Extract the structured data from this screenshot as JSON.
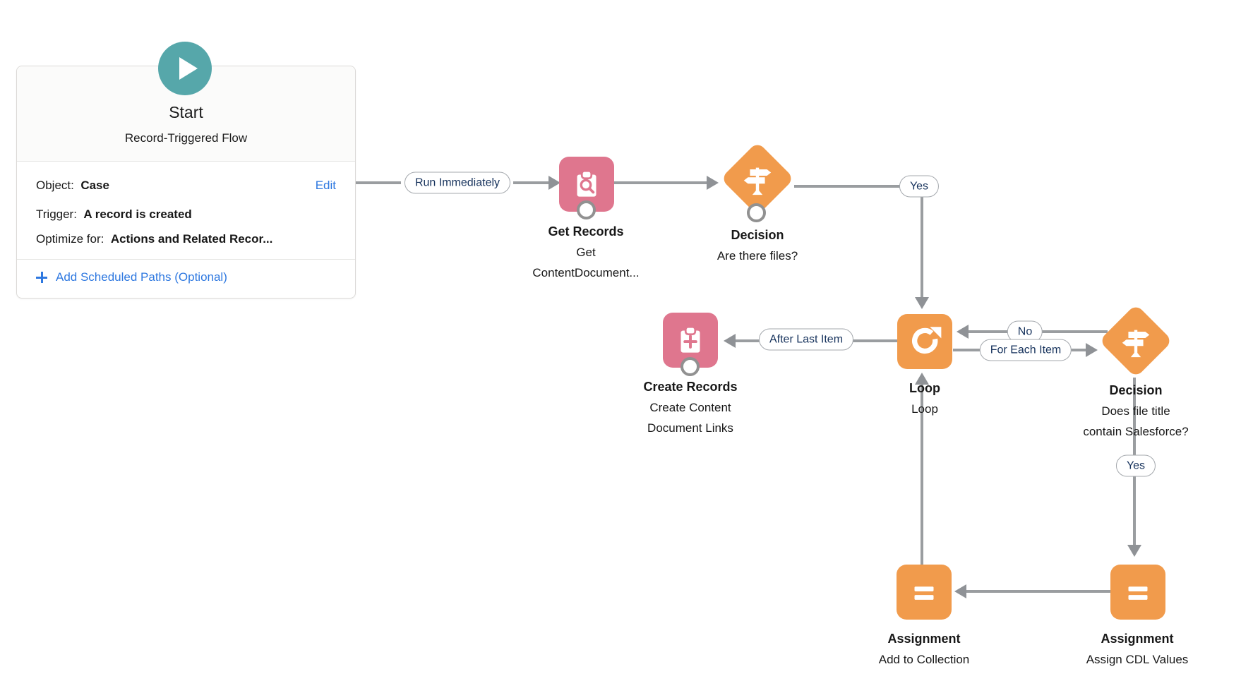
{
  "colors": {
    "node_pink": "#DF768E",
    "node_orange": "#F19B4C",
    "start_teal": "#56A7AA",
    "connector_gray": "#9A9DA0",
    "pill_text_navy": "#16325C",
    "link_blue": "#2E78E0"
  },
  "start": {
    "title": "Start",
    "subtitle": "Record-Triggered Flow",
    "object_label": "Object:",
    "object_value": "Case",
    "edit_label": "Edit",
    "trigger_label": "Trigger:",
    "trigger_value": "A record is created",
    "optimize_label": "Optimize for:",
    "optimize_value": "Actions and Related Recor...",
    "add_paths_label": "Add Scheduled Paths (Optional)"
  },
  "connectors": {
    "run_immediately": "Run Immediately",
    "decision1_yes": "Yes",
    "after_last_item": "After Last Item",
    "no": "No",
    "for_each_item": "For Each Item",
    "decision2_yes": "Yes"
  },
  "nodes": {
    "get_records": {
      "title": "Get Records",
      "label1": "Get",
      "label2": "ContentDocument..."
    },
    "decision1": {
      "title": "Decision",
      "label1": "Are there files?"
    },
    "loop": {
      "title": "Loop",
      "label1": "Loop"
    },
    "create_records": {
      "title": "Create Records",
      "label1": "Create Content",
      "label2": "Document Links"
    },
    "decision2": {
      "title": "Decision",
      "label1": "Does file title",
      "label2": "contain Salesforce?"
    },
    "assignment_collection": {
      "title": "Assignment",
      "label1": "Add to Collection"
    },
    "assignment_cdl": {
      "title": "Assignment",
      "label1": "Assign CDL Values"
    }
  }
}
